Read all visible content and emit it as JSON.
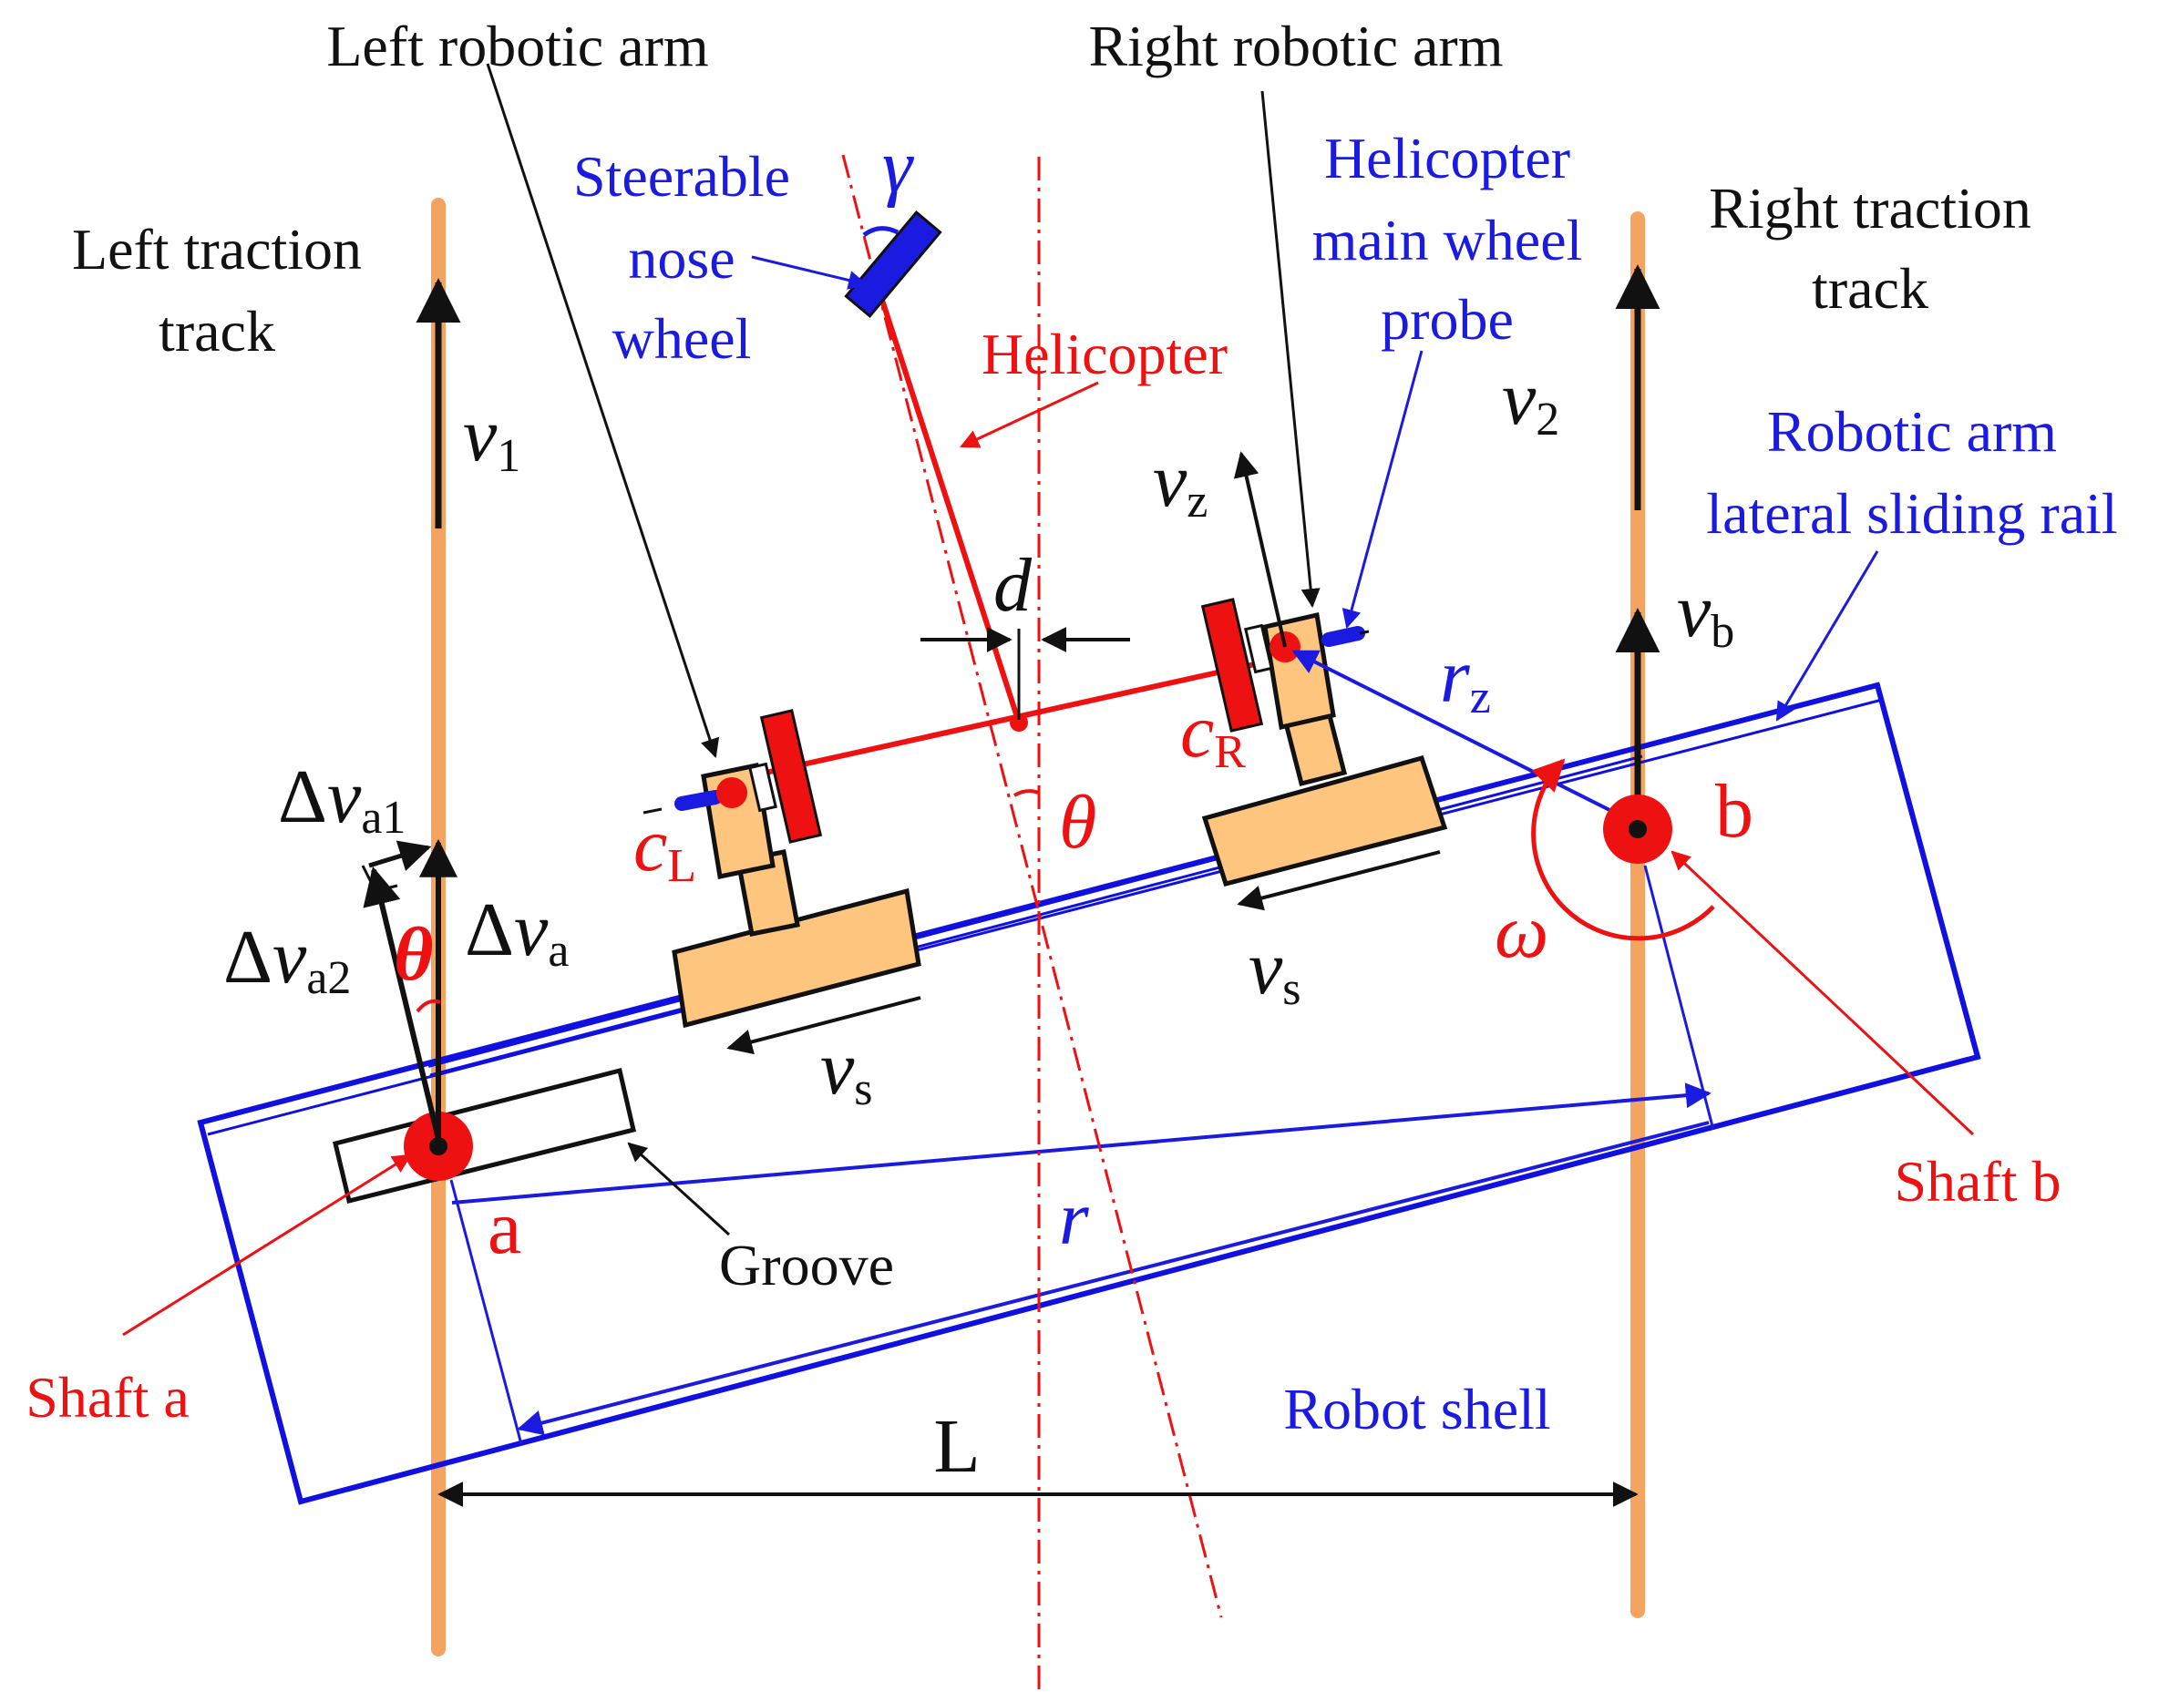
{
  "labels": {
    "left_arm": "Left robotic arm",
    "right_arm": "Right robotic arm",
    "steerable_l1": "Steerable",
    "steerable_l2": "nose",
    "steerable_l3": "wheel",
    "gamma": "γ",
    "left_track_l1": "Left traction",
    "left_track_l2": "track",
    "right_track_l1": "Right traction",
    "right_track_l2": "track",
    "main_wheel_l1": "Helicopter",
    "main_wheel_l2": "main wheel",
    "main_wheel_l3": "probe",
    "helicopter": "Helicopter",
    "rail_l1": "Robotic arm",
    "rail_l2": "lateral sliding rail",
    "d": "d",
    "theta": "θ",
    "omega": "ω",
    "r": "r",
    "L": "L",
    "a": "a",
    "b": "b",
    "groove": "Groove",
    "shaft_a": "Shaft a",
    "shaft_b": "Shaft b",
    "robot_shell": "Robot shell",
    "v1_main": "v",
    "v1_sub": "1",
    "v2_main": "v",
    "v2_sub": "2",
    "vz_main": "v",
    "vz_sub": "z",
    "vb_main": "v",
    "vb_sub": "b",
    "rz_main": "r",
    "rz_sub": "z",
    "cR_main": "c",
    "cR_sub": "R",
    "cL_main": "c",
    "cL_sub": "L",
    "vs_main": "v",
    "vs_sub": "s",
    "dva1_delta": "Δ",
    "dva1_main": "v",
    "dva1_sub": "a1",
    "dva2_delta": "Δ",
    "dva2_main": "v",
    "dva2_sub": "a2",
    "dva_delta": "Δ",
    "dva_main": "v",
    "dva_sub": "a"
  },
  "colors": {
    "track": "#f4a460",
    "shell": "#1010e0",
    "helicopter": "#ee1111",
    "arm_body": "#fdc57e",
    "wheel": "#ee1111",
    "nose_wheel": "#1a1ae0",
    "text_black": "#111111",
    "text_blue": "#1a1ae0",
    "text_red": "#e01010"
  }
}
